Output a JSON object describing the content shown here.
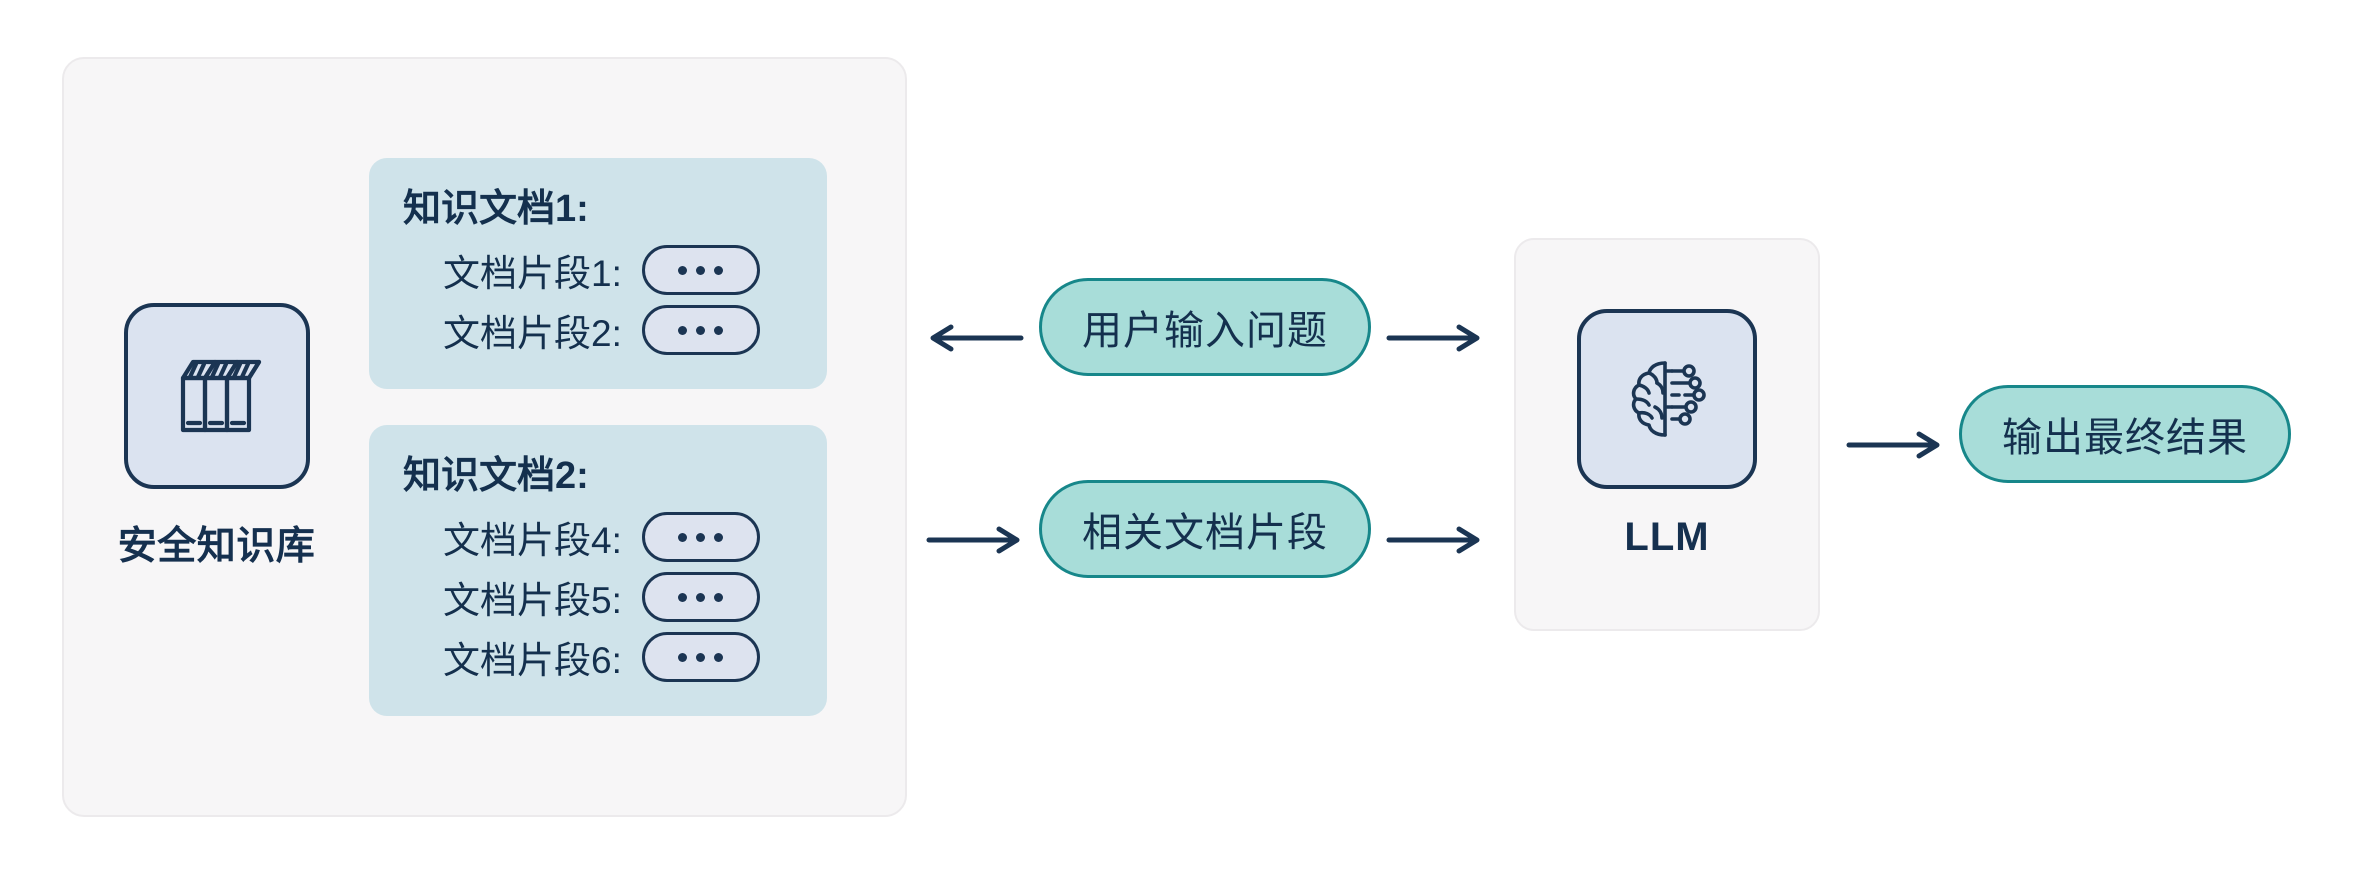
{
  "knowledge_base": {
    "caption": "安全知识库",
    "icon": "library-books-icon",
    "documents": [
      {
        "title": "知识文档1:",
        "chunks": [
          {
            "label": "文档片段1:",
            "value": "..."
          },
          {
            "label": "文档片段2:",
            "value": "..."
          }
        ]
      },
      {
        "title": "知识文档2:",
        "chunks": [
          {
            "label": "文档片段4:",
            "value": "..."
          },
          {
            "label": "文档片段5:",
            "value": "..."
          },
          {
            "label": "文档片段6:",
            "value": "..."
          }
        ]
      }
    ]
  },
  "flow": {
    "query": {
      "label": "用户输入问题",
      "in_arrow": "arrow-left",
      "out_arrow": "arrow-right"
    },
    "retrieval": {
      "label": "相关文档片段",
      "in_arrow": "arrow-right",
      "out_arrow": "arrow-right"
    }
  },
  "llm": {
    "caption": "LLM",
    "icon": "ai-brain-circuit-icon"
  },
  "output": {
    "arrow": "arrow-right",
    "label": "输出最终结果"
  },
  "colors": {
    "panel_bg": "#f7f6f7",
    "panel_border": "#eceaec",
    "doc_card_bg": "#cfe3ea",
    "icon_tile_bg": "#dbe3f0",
    "ink": "#1b3553",
    "teal_fill": "#a8ddd9",
    "teal_border": "#17878a",
    "ellipsis_fill": "#dde3ef"
  }
}
